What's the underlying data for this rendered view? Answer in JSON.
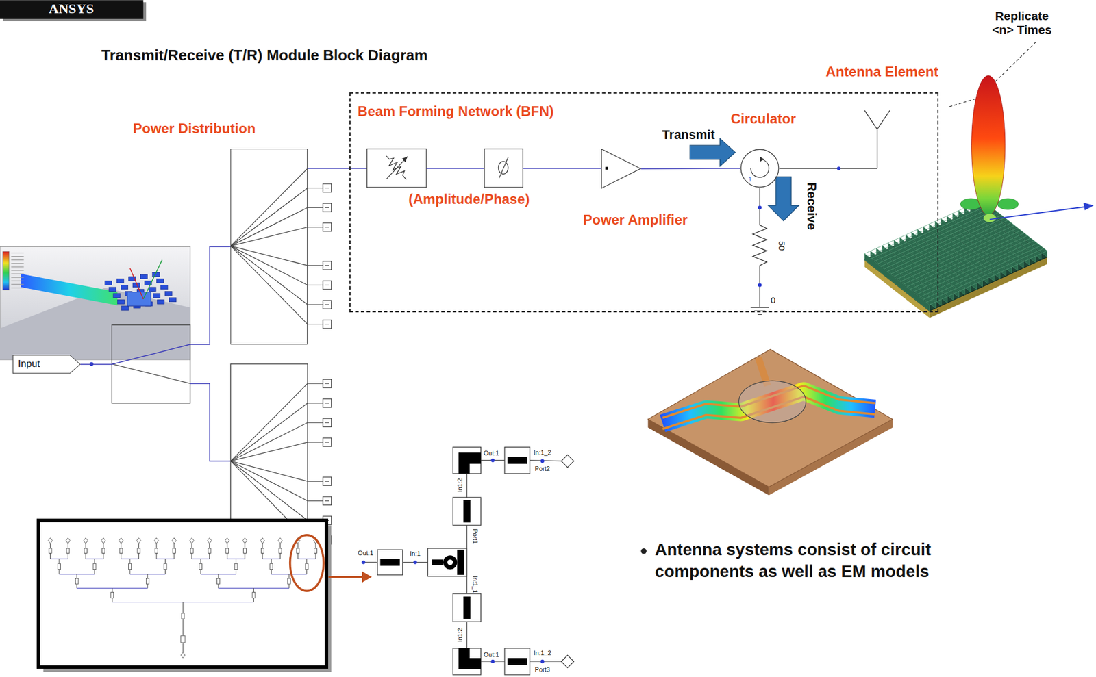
{
  "diagram": {
    "title": "Transmit/Receive (T/R) Module Block Diagram",
    "nodes": [
      {
        "text": [
          "Input"
        ]
      },
      {
        "text": [
          "Power Distribution"
        ]
      },
      {
        "text": [
          "Beam Forming Network (BFN)"
        ]
      },
      {
        "text": [
          "Power Amplifier"
        ],
        "in": 2
      },
      {
        "text": [
          "Circulator"
        ],
        "in": 2
      }
    ],
    "edges": [
      {
        "from": 0,
        "to": 1,
        "arrow": "none"
      },
      {
        "from": 3,
        "to": 4,
        "arrow": "none"
      }
    ],
    "labels": [
      "ANSYS",
      "Replicate <n> Times",
      "Antenna Element",
      "Transmit",
      "Receive",
      "(Amplitude/Phase)",
      "1",
      "50",
      "0",
      "Out:1",
      "In:1_2",
      "Port2",
      "In1:2",
      "Port1",
      "Out:1",
      "In:1",
      "In:1_1",
      "In1:2",
      "Out:1",
      "In:1_2",
      "Port3",
      "Antenna systems consist of circuit components as well as EM models"
    ]
  }
}
